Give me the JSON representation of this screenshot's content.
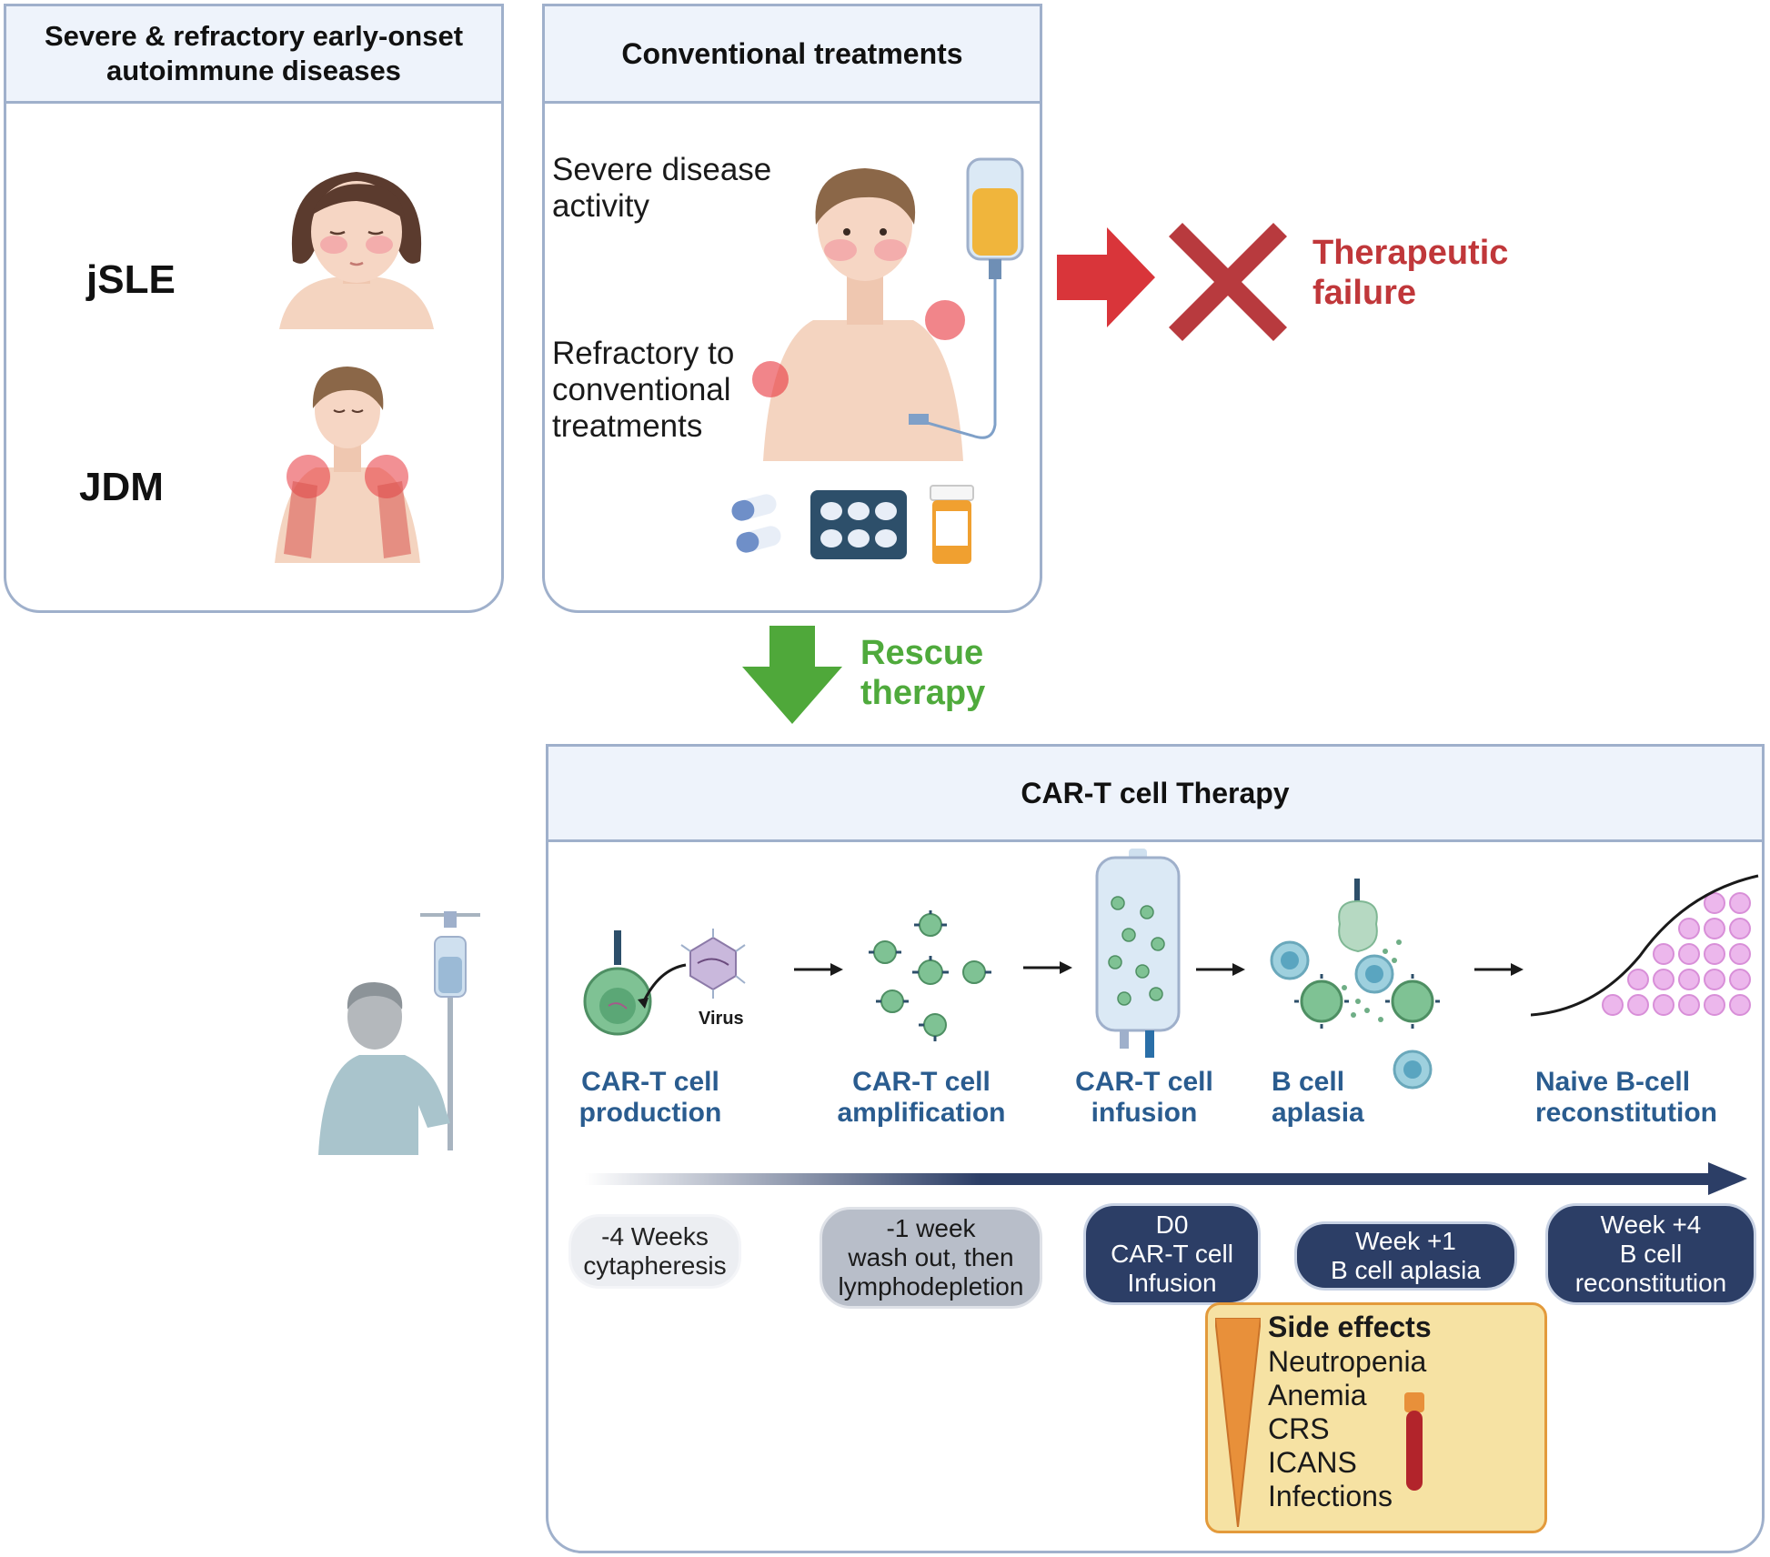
{
  "panels": {
    "diseases": {
      "title": "Severe & refractory early-onset\nautoimmune diseases",
      "jsle": "jSLE",
      "jdm": "JDM"
    },
    "conventional": {
      "title": "Conventional treatments",
      "severe": "Severe disease\nactivity",
      "refractory": "Refractory to\nconventional\ntreatments"
    },
    "cart": {
      "title": "CAR-T cell Therapy"
    }
  },
  "outcome": {
    "failure": "Therapeutic\nfailure",
    "rescue": "Rescue\ntherapy"
  },
  "virus_label": "Virus",
  "stages": [
    {
      "label": "CAR-T cell\nproduction"
    },
    {
      "label": "CAR-T cell\namplification"
    },
    {
      "label": "CAR-T cell\ninfusion"
    },
    {
      "label": "B cell\naplasia"
    },
    {
      "label": "Naive B-cell\nreconstitution"
    }
  ],
  "timeline": [
    {
      "label": "-4 Weeks\ncytapheresis"
    },
    {
      "label": "-1 week\nwash out, then\nlymphodepletion"
    },
    {
      "label": "D0\nCAR-T cell\nInfusion"
    },
    {
      "label": "Week +1\nB cell aplasia"
    },
    {
      "label": "Week +4\nB cell\nreconstitution"
    }
  ],
  "side_effects": {
    "title": "Side effects",
    "items": [
      "Neutropenia",
      "Anemia",
      "CRS",
      "ICANS",
      "Infections"
    ]
  },
  "colors": {
    "panel_border": "#9fb0cb",
    "panel_head": "#eef3fb",
    "failure_red": "#c0373a",
    "rescue_green": "#4faa3c",
    "stage_blue": "#2a5c8f",
    "navy": "#2c3e66"
  }
}
